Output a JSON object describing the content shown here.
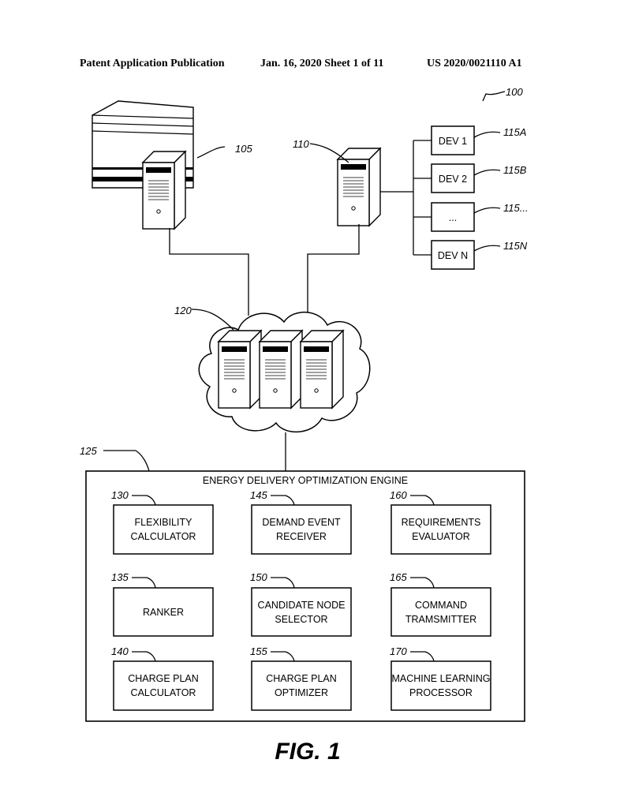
{
  "header": {
    "left": "Patent Application Publication",
    "center": "Jan. 16, 2020  Sheet 1 of 11",
    "right": "US 2020/0021110 A1"
  },
  "refs": {
    "system": "100",
    "server_left": "105",
    "server_right": "110",
    "dev1": "115A",
    "dev2": "115B",
    "dev_more": "115...",
    "devn": "115N",
    "cloud": "120",
    "engine": "125",
    "flex": "130",
    "ranker": "135",
    "chargecalc": "140",
    "demand": "145",
    "candidate": "150",
    "chargeopt": "155",
    "requirements": "160",
    "command": "165",
    "ml": "170"
  },
  "devices": {
    "dev1": "DEV 1",
    "dev2": "DEV 2",
    "dev_more": "...",
    "devn": "DEV N"
  },
  "engine": {
    "title": "ENERGY DELIVERY OPTIMIZATION ENGINE",
    "flex": [
      "FLEXIBILITY",
      "CALCULATOR"
    ],
    "ranker": [
      "RANKER"
    ],
    "chargecalc": [
      "CHARGE PLAN",
      "CALCULATOR"
    ],
    "demand": [
      "DEMAND EVENT",
      "RECEIVER"
    ],
    "candidate": [
      "CANDIDATE NODE",
      "SELECTOR"
    ],
    "chargeopt": [
      "CHARGE PLAN",
      "OPTIMIZER"
    ],
    "requirements": [
      "REQUIREMENTS",
      "EVALUATOR"
    ],
    "command": [
      "COMMAND",
      "TRAMSMITTER"
    ],
    "ml": [
      "MACHINE LEARNING",
      "PROCESSOR"
    ]
  },
  "figure_label": "FIG. 1"
}
